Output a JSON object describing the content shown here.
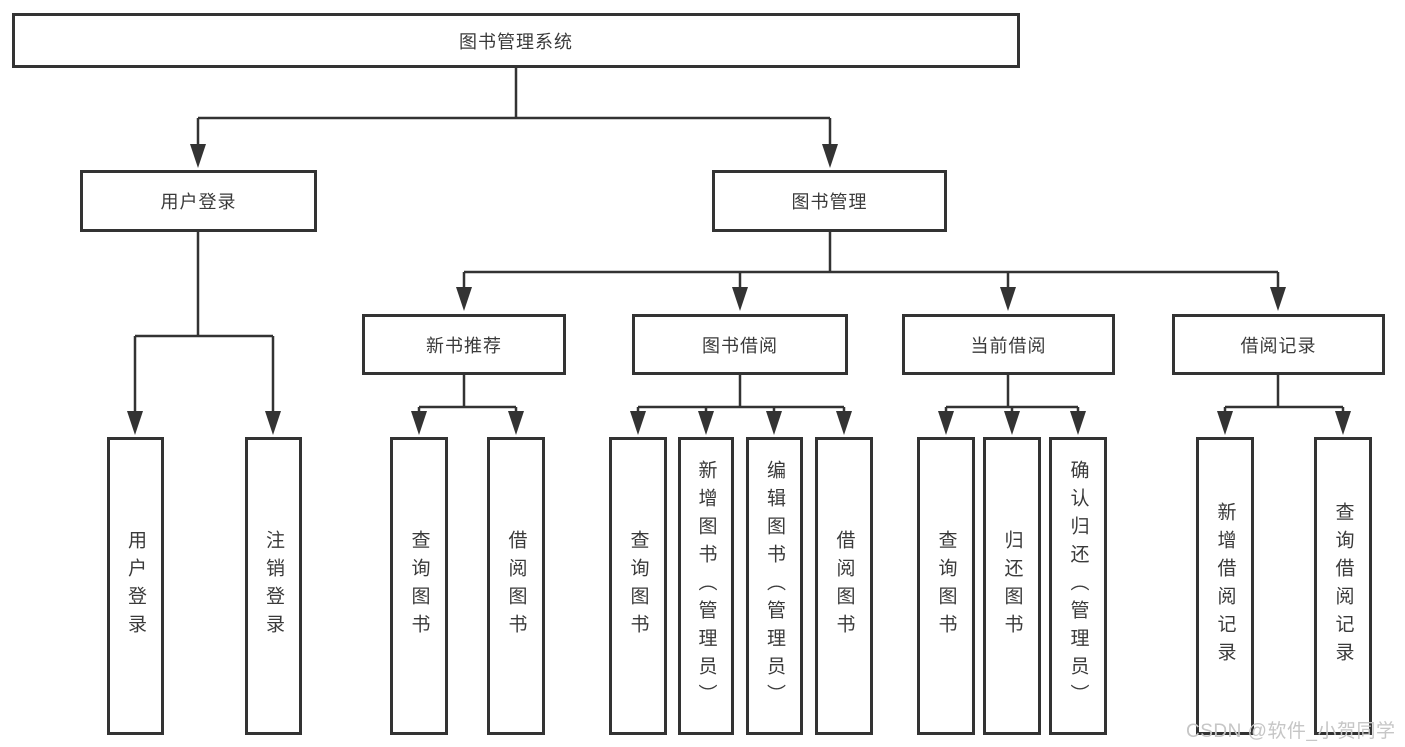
{
  "colors": {
    "line": "#333333",
    "box_border": "#333333",
    "text": "#3a3a3a",
    "watermark": "#c6c6c6",
    "background": "#ffffff"
  },
  "watermark": {
    "text": "CSDN @软件_小贺同学"
  },
  "tree": {
    "label": "图书管理系统",
    "children": [
      {
        "label": "用户登录",
        "children": [
          {
            "label": "用户登录"
          },
          {
            "label": "注销登录"
          }
        ]
      },
      {
        "label": "图书管理",
        "children": [
          {
            "label": "新书推荐",
            "children": [
              {
                "label": "查询图书"
              },
              {
                "label": "借阅图书"
              }
            ]
          },
          {
            "label": "图书借阅",
            "children": [
              {
                "label": "查询图书"
              },
              {
                "label": "新增图书（管理员）"
              },
              {
                "label": "编辑图书（管理员）"
              },
              {
                "label": "借阅图书"
              }
            ]
          },
          {
            "label": "当前借阅",
            "children": [
              {
                "label": "查询图书"
              },
              {
                "label": "归还图书"
              },
              {
                "label": "确认归还（管理员）"
              }
            ]
          },
          {
            "label": "借阅记录",
            "children": [
              {
                "label": "新增借阅记录"
              },
              {
                "label": "查询借阅记录"
              }
            ]
          }
        ]
      }
    ]
  }
}
